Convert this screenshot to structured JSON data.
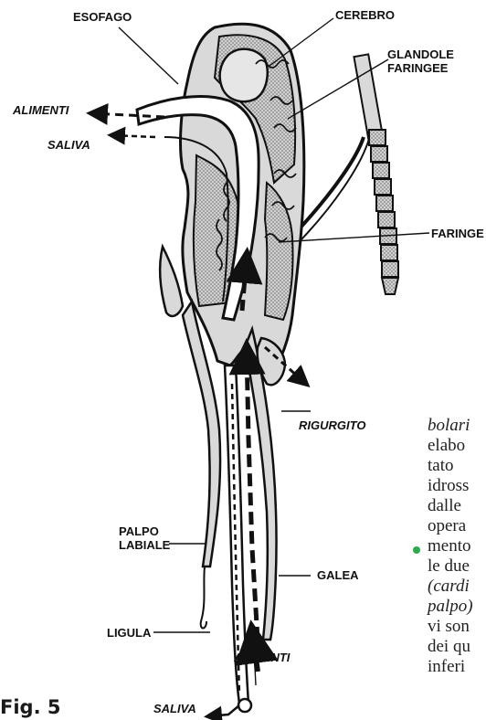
{
  "figure": {
    "number_label": "Fig. 5",
    "labels": {
      "esofago": "ESOFAGO",
      "cerebro": "CEREBRO",
      "glandole": "GLANDOLE",
      "faringee": "FARINGEE",
      "alimenti_top": "ALIMENTI",
      "saliva_top": "SALIVA",
      "faringe": "FARINGE",
      "rigurgito": "RIGURGITO",
      "palpo": "PALPO",
      "labiale": "LABIALE",
      "galea": "GALEA",
      "ligula": "LIGULA",
      "alimenti_bottom": "ALIMENTI",
      "saliva_bottom": "SALIVA"
    }
  },
  "side_text": [
    "bolari",
    "elabo",
    "tato",
    "idross",
    "dalle",
    "opera",
    "mento",
    "le due",
    "(cardi",
    "palpo)",
    "vi son",
    "dei qu",
    "inferi"
  ],
  "colors": {
    "bullet": "#2fa84f"
  }
}
